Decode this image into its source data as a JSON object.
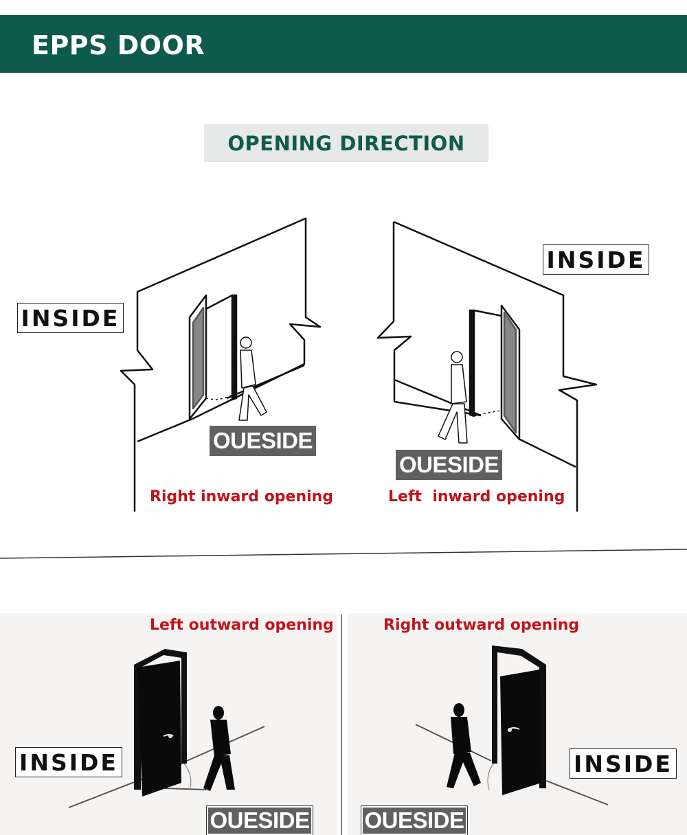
{
  "header": {
    "brand": "EPPS DOOR",
    "color": "#0e5a4d"
  },
  "section": {
    "title": "OPENING DIRECTION"
  },
  "labels": {
    "inside": "INSIDE",
    "outside": "OUESIDE"
  },
  "diagrams": [
    {
      "caption": "Right inward opening"
    },
    {
      "caption": "Left  inward opening"
    },
    {
      "caption": "Left outward opening"
    },
    {
      "caption": "Right outward opening"
    }
  ],
  "colors": {
    "caption": "#c0141a",
    "outside_tag": "#606060",
    "section_title": "#0f5a4c"
  }
}
